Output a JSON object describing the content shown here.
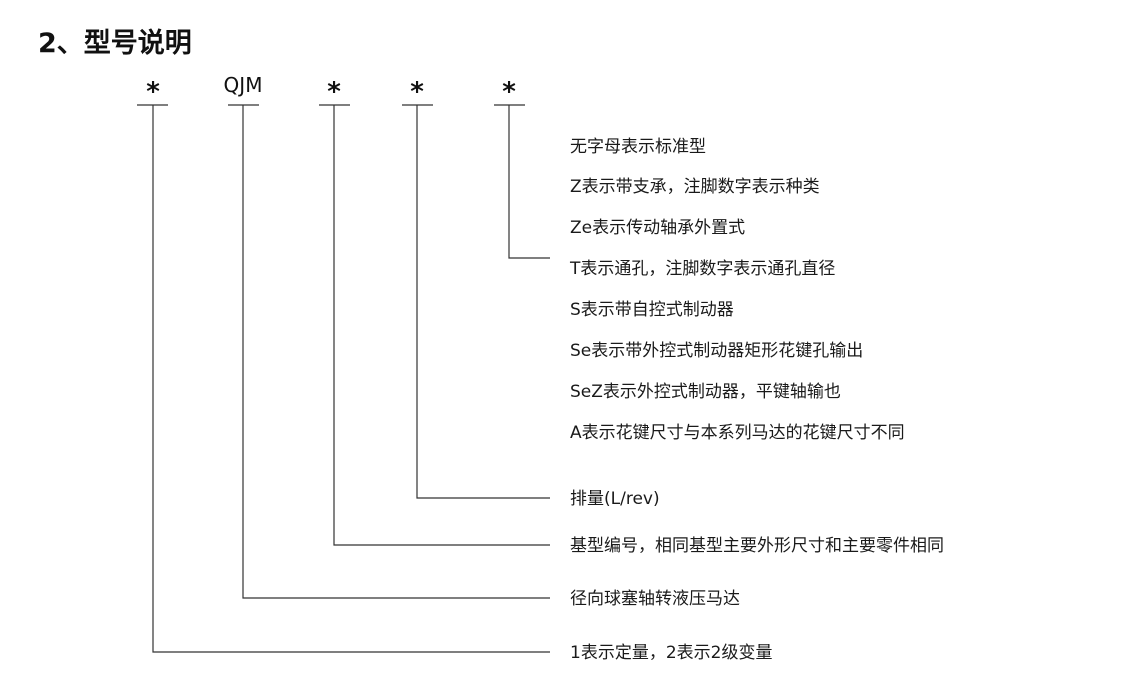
{
  "title": "2、型号说明",
  "codes": {
    "c1": "*",
    "c2": "QJM",
    "c3": "*",
    "c4": "*",
    "c5": "*"
  },
  "descriptions": {
    "d1": "无字母表示标准型",
    "d2": "Z表示带支承，注脚数字表示种类",
    "d3": "Ze表示传动轴承外置式",
    "d4": "T表示通孔，注脚数字表示通孔直径",
    "d5": "S表示带自控式制动器",
    "d6": "Se表示带外控式制动器矩形花键孔输出",
    "d7": "SeZ表示外控式制动器，平键轴输也",
    "d8": "A表示花键尺寸与本系列马达的花键尺寸不同",
    "d9": "排量(L/rev)",
    "d10": "基型编号，相同基型主要外形尺寸和主要零件相同",
    "d11": "径向球塞轴转液压马达",
    "d12": "1表示定量，2表示2级变量"
  }
}
